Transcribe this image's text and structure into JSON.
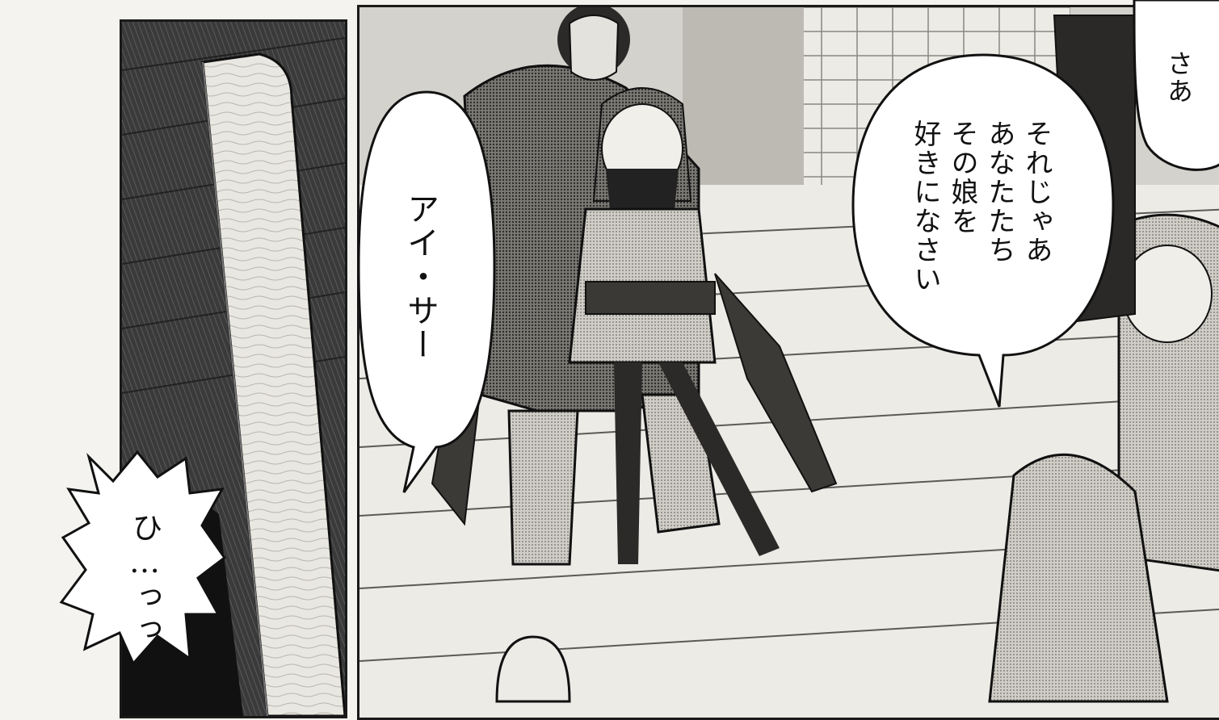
{
  "speech": {
    "ai_sir": "アイ・サー",
    "sore_ja": "それじゃあ\nあなたたち\nその娘を\n好きになさい",
    "saa": "さあ",
    "hi_tsu": "ひ…っっ"
  }
}
